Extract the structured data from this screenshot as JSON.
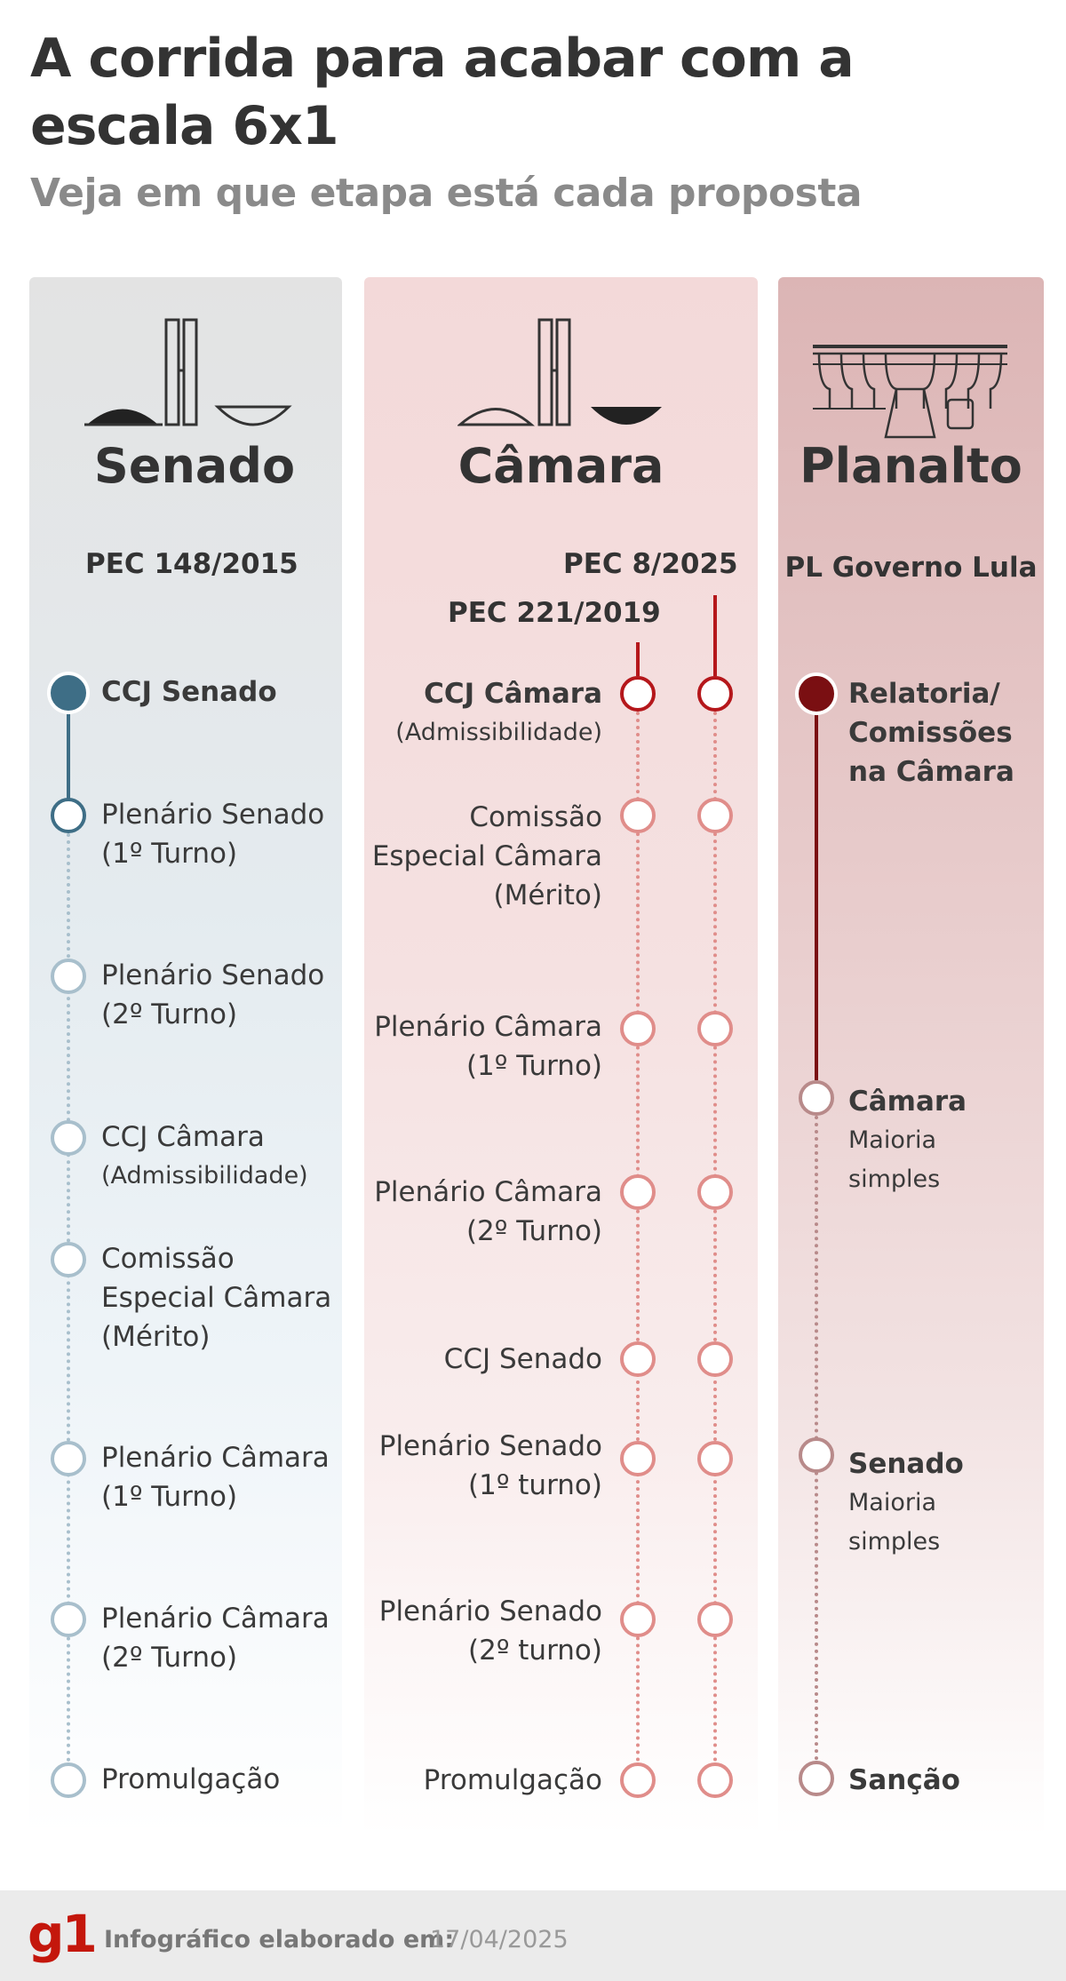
{
  "header": {
    "title": "A corrida para acabar com a escala 6x1",
    "subtitle": "Veja em que etapa está cada proposta"
  },
  "senado": {
    "name": "Senado",
    "pec": "PEC 148/2015",
    "steps": [
      {
        "label": "CCJ Senado",
        "note": "",
        "status": "current"
      },
      {
        "label": "Plenário Senado (1º Turno)",
        "note": "",
        "status": "next"
      },
      {
        "label": "Plenário Senado (2º Turno)",
        "note": "",
        "status": "pending"
      },
      {
        "label": "CCJ Câmara",
        "note": "(Admissibilidade)",
        "status": "pending"
      },
      {
        "label": "Comissão Especial Câmara (Mérito)",
        "note": "",
        "status": "pending"
      },
      {
        "label": "Plenário Câmara (1º Turno)",
        "note": "",
        "status": "pending"
      },
      {
        "label": "Plenário Câmara (2º Turno)",
        "note": "",
        "status": "pending"
      },
      {
        "label": "Promulgação",
        "note": "",
        "status": "pending"
      }
    ]
  },
  "camara": {
    "name": "Câmara",
    "pec_a": "PEC 221/2019",
    "pec_b": "PEC 8/2025",
    "steps": [
      {
        "label": "CCJ Câmara",
        "note": "(Admissibilidade)",
        "status": "current"
      },
      {
        "label": "Comissão Especial Câmara (Mérito)",
        "note": "",
        "status": "pending"
      },
      {
        "label": "Plenário Câmara (1º Turno)",
        "note": "",
        "status": "pending"
      },
      {
        "label": "Plenário Câmara (2º Turno)",
        "note": "",
        "status": "pending"
      },
      {
        "label": "CCJ Senado",
        "note": "",
        "status": "pending"
      },
      {
        "label": "Plenário Senado (1º turno)",
        "note": "",
        "status": "pending"
      },
      {
        "label": "Plenário Senado (2º turno)",
        "note": "",
        "status": "pending"
      },
      {
        "label": "Promulgação",
        "note": "",
        "status": "pending"
      }
    ]
  },
  "planalto": {
    "name": "Planalto",
    "pl": "PL Governo Lula",
    "steps": [
      {
        "label": "Relatoria/ Comissões na Câmara",
        "note": "",
        "status": "current"
      },
      {
        "label": "Câmara",
        "note": "Maioria simples",
        "status": "next"
      },
      {
        "label": "Senado",
        "note": "Maioria simples",
        "status": "pending"
      },
      {
        "label": "Sanção",
        "note": "",
        "status": "pending"
      }
    ]
  },
  "footer": {
    "logo": "g1",
    "label": "Infográfico elaborado em:",
    "date": "17/04/2025"
  },
  "colors": {
    "senado_accent": "#3e6e86",
    "senado_pending": "#a8bfcc",
    "camara_accent": "#b5171b",
    "camara_pending": "#e08d8a",
    "planalto_done": "#7a0f12",
    "planalto_pending": "#b88a8a",
    "g1_red": "#c4170c"
  },
  "icons": {
    "senado": "congress-building-senate-dome-icon",
    "camara": "congress-building-chamber-bowl-icon",
    "planalto": "planalto-palace-icon"
  }
}
